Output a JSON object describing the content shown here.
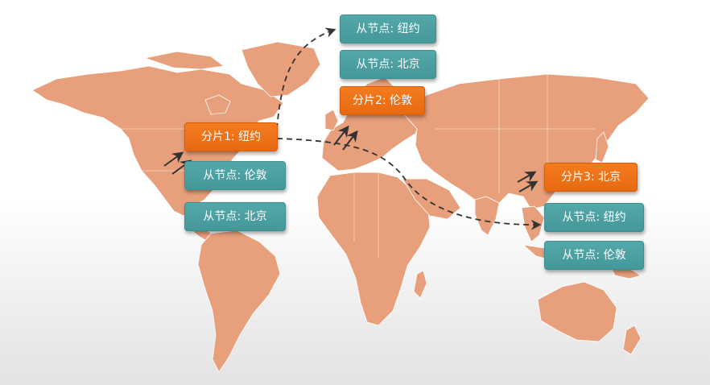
{
  "shards": [
    {
      "id": "shard-1",
      "label": "分片1: 纽约"
    },
    {
      "id": "shard-2",
      "label": "分片2: 伦敦"
    },
    {
      "id": "shard-3",
      "label": "分片3: 北京"
    }
  ],
  "replicas": {
    "shard1": [
      "从节点: 伦敦",
      "从节点: 北京"
    ],
    "shard2": [
      "从节点: 纽约",
      "从节点: 北京"
    ],
    "shard3": [
      "从节点: 纽约",
      "从节点: 伦敦"
    ]
  },
  "colors": {
    "land": "#e8a07c",
    "land_border": "#ffffff",
    "shard": "#f07319",
    "node": "#4ea2a4",
    "arrow": "#333333"
  }
}
